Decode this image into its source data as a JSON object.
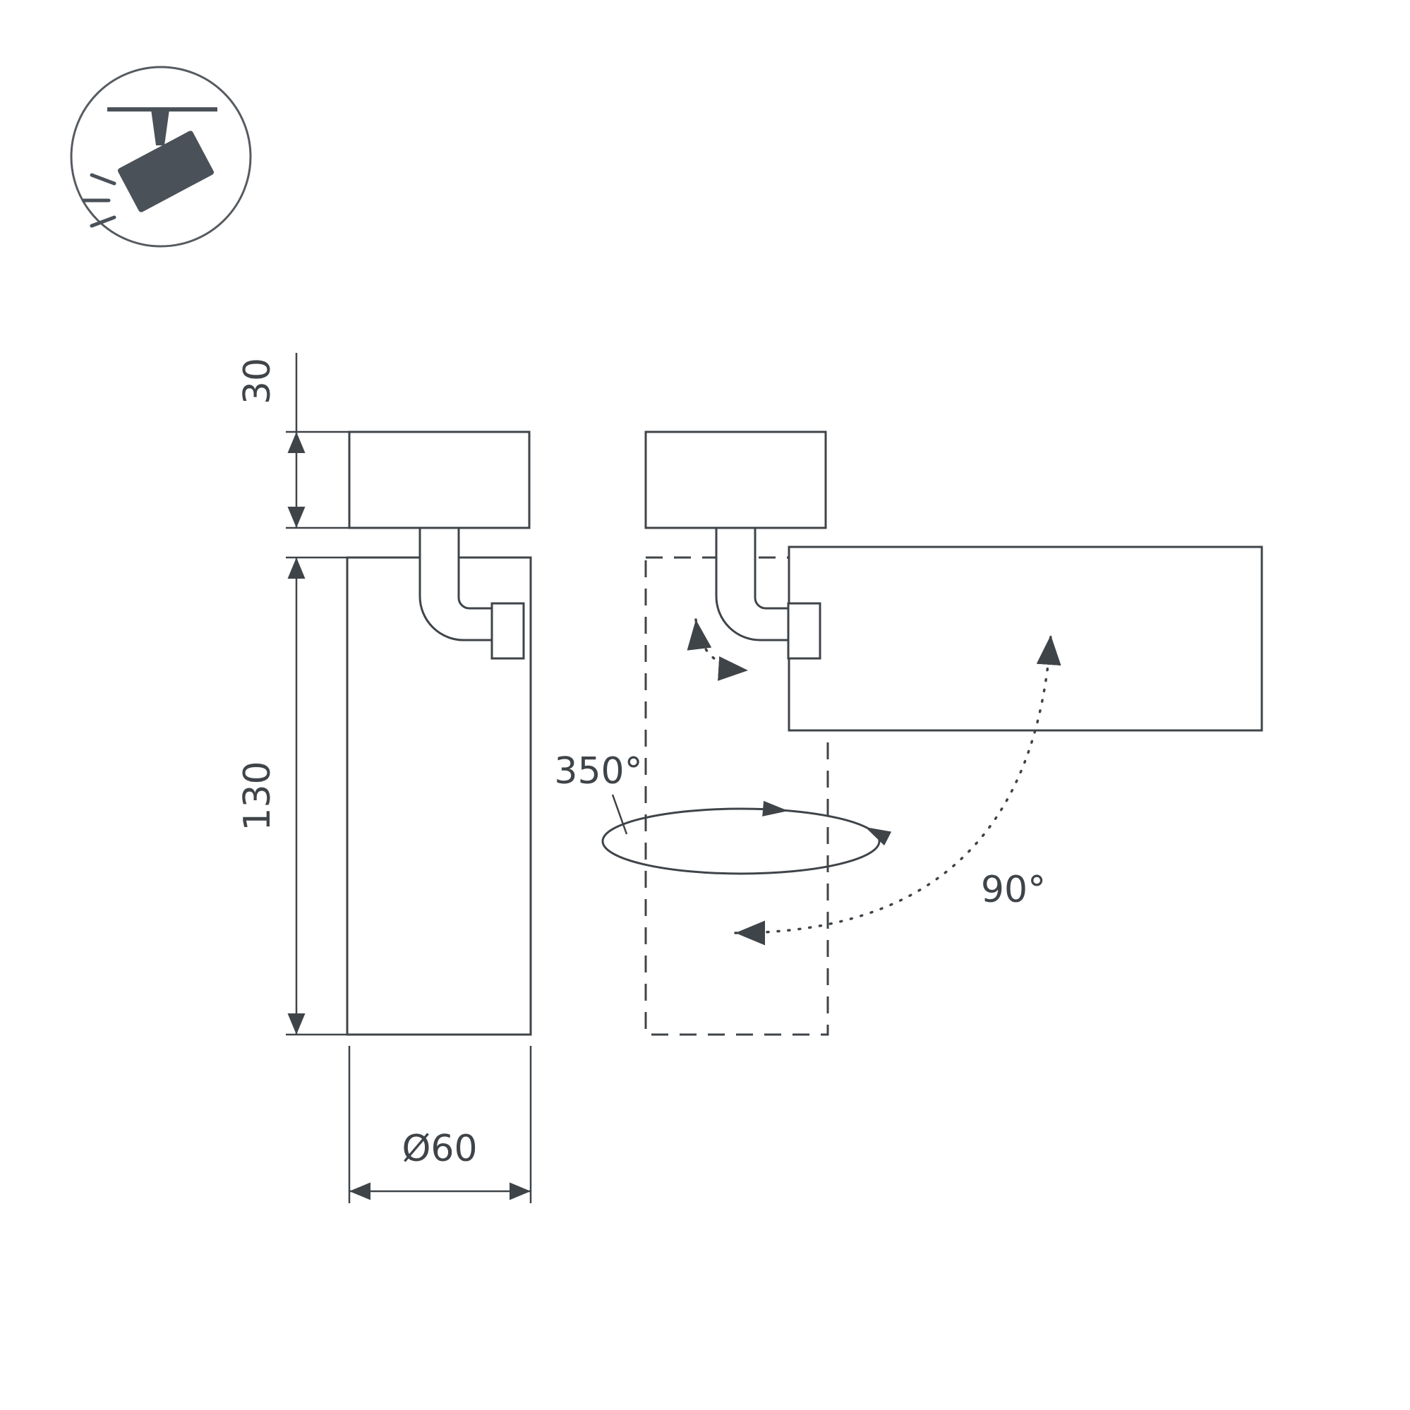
{
  "page": {
    "type": "technical-dimension-diagram",
    "background": "#ffffff",
    "colors": {
      "line": "#3f4449",
      "icon_fill": "#4a5158",
      "icon_circle": "#565b60"
    },
    "icon": {
      "name": "track-spotlight"
    },
    "labels": {
      "base_height": "30",
      "body_height": "130",
      "diameter": "Ø60",
      "rotation_angle": "350°",
      "tilt_angle": "90°"
    }
  }
}
